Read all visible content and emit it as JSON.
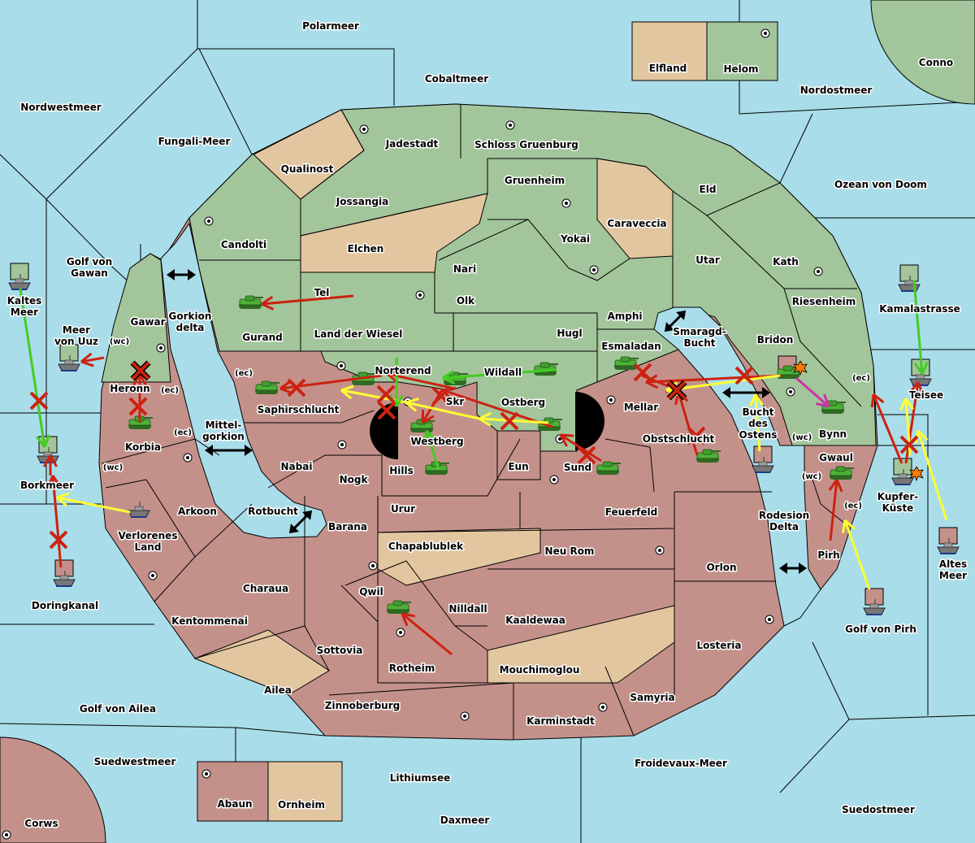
{
  "colors": {
    "sea": "#a9dde9",
    "player_green": "#a3c59b",
    "player_red": "#c4918a",
    "neutral": "#e2c69f",
    "order_move": "#cc2211",
    "order_support": "#ffff33",
    "order_hold_support": "#44cc22",
    "order_retreat": "#cc33aa"
  },
  "labels": [
    "Polarmeer",
    "Cobaltmeer",
    "Elfland",
    "Helom",
    "Conno",
    "Nordwestmeer",
    "Nordostmeer",
    "Fungali-Meer",
    "Jadestadt",
    "Schloss Gruenburg",
    "Qualinost",
    "Gruenheim",
    "Eld",
    "Ozean von Doom",
    "Jossangia",
    "Caraveccia",
    "Candolti",
    "Elchen",
    "Yokai",
    "Golf von\nGawan",
    "Nari",
    "Utar",
    "Kath",
    "Tel",
    "Olk",
    "Riesenheim",
    "Kaltes\nMeer",
    "Amphi",
    "Kamalastrasse",
    "Gawar",
    "Gorkion\ndelta",
    "Land der Wiesel",
    "Hugl",
    "Smaragd-\nBucht",
    "Gurand",
    "Meer\nvon Uuz",
    "Bridon",
    "Esmaladan",
    "Norterend",
    "Wildall",
    "Heronn",
    "Teisee",
    "Skr",
    "Ostberg",
    "Mellar",
    "Saphirschlucht",
    "Bucht\ndes\nOstens",
    "Mittel-\ngorkion",
    "Westberg",
    "Obstschlucht",
    "Bynn",
    "Korbia",
    "Nabai",
    "Hills",
    "Eun",
    "Sund",
    "Gwaul",
    "Nogk",
    "Borkmeer",
    "Kupfer-\nKüste",
    "Urur",
    "Feuerfeld",
    "Arkoon",
    "Rotbucht",
    "Rodesion\nDelta",
    "Barana",
    "Verlorenes\nLand",
    "Chapablublek",
    "Neu Rom",
    "Pirh",
    "Altes\nMeer",
    "Orlon",
    "Charaua",
    "Qwil",
    "Nilldall",
    "Doringkanal",
    "Kentommenai",
    "Kaaldewaa",
    "Golf von Pirh",
    "Losteria",
    "Sottovia",
    "Rotheim",
    "Mouchimoglou",
    "Ailea",
    "Samyria",
    "Zinnoberburg",
    "Golf von Ailea",
    "Karminstadt",
    "Suedwestmeer",
    "Froidevaux-Meer",
    "Lithiumsee",
    "Abaun",
    "Ornheim",
    "Suedostmeer",
    "Daxmeer",
    "Corws"
  ],
  "coast_labels": [
    "(wc)",
    "(ec)",
    "(ec)",
    "(wc)",
    "(ec)",
    "(wc)",
    "(wc)",
    "(ec)",
    "(ec)"
  ],
  "units": {
    "army_icon": "tank-icon",
    "fleet_icon": "battleship-icon",
    "armies": 16,
    "fleets": 11
  },
  "markers": {
    "supply_center_icon": "supply-center-dot-icon",
    "failed_order_icon": "x-mark-icon",
    "dislodged_icon": "explosion-icon",
    "convoy_link_icon": "double-arrow-icon"
  }
}
